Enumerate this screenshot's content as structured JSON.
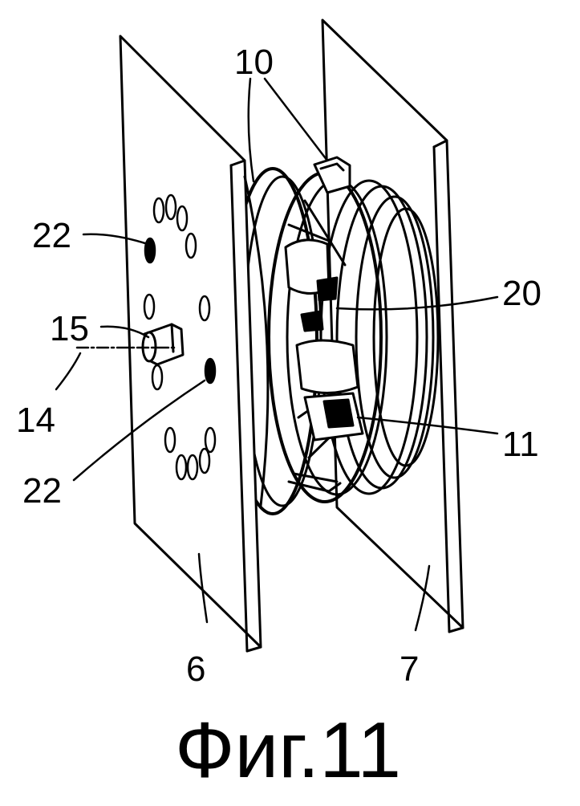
{
  "figure": {
    "caption": "Фиг.11",
    "labels": {
      "ref_10": "10",
      "ref_22_top": "22",
      "ref_15": "15",
      "ref_14": "14",
      "ref_22_bottom": "22",
      "ref_20": "20",
      "ref_11": "11",
      "ref_6": "6",
      "ref_7": "7"
    }
  }
}
